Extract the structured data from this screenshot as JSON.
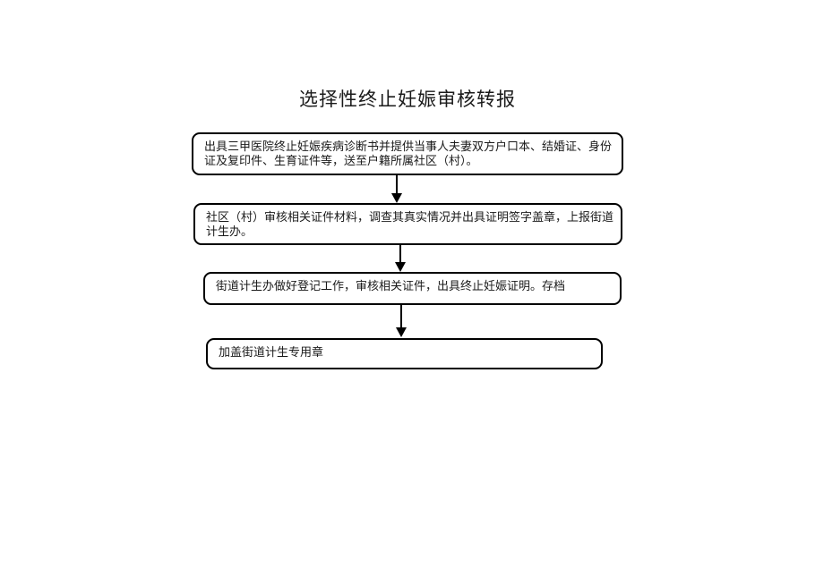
{
  "page": {
    "background_color": "#ffffff",
    "title": "选择性终止妊娠审核转报"
  },
  "flowchart": {
    "type": "flowchart",
    "direction": "top-down",
    "box_border_color": "#000000",
    "connector_color": "#000000",
    "connector_style": "down-arrow",
    "steps": [
      {
        "id": 1,
        "text": "出具三甲医院终止妊娠疾病诊断书并提供当事人夫妻双方户口本、结婚证、身份证及复印件、生育证件等，送至户籍所属社区（村）。"
      },
      {
        "id": 2,
        "text": "社区（村）审核相关证件材料，调查其真实情况并出具证明签字盖章，上报街道计生办。"
      },
      {
        "id": 3,
        "text": "街道计生办做好登记工作，审核相关证件，出具终止妊娠证明。存档"
      },
      {
        "id": 4,
        "text": "加盖街道计生专用章"
      }
    ]
  }
}
